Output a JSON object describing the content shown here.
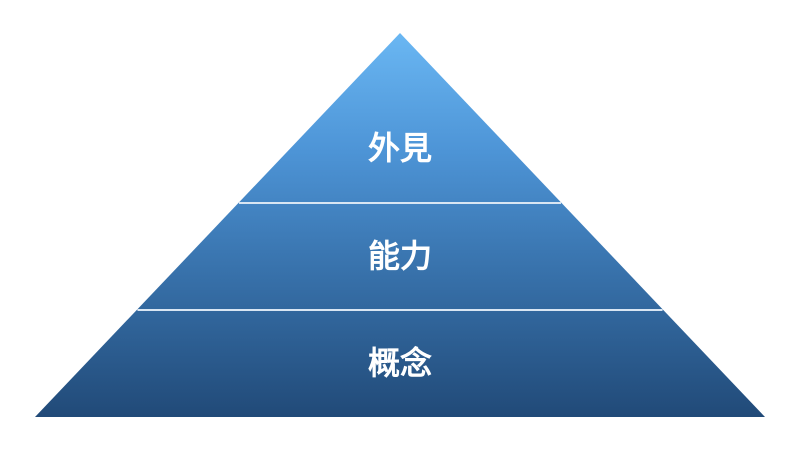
{
  "pyramid": {
    "background": "#ffffff",
    "levels": [
      {
        "position": "top",
        "label": "外見"
      },
      {
        "position": "middle",
        "label": "能力"
      },
      {
        "position": "bottom",
        "label": "概念"
      }
    ],
    "colors": {
      "gradient_top": "#6ab7f3",
      "gradient_upper_mid": "#4d94d6",
      "gradient_lower_mid": "#3b77b2",
      "gradient_bottom": "#214a78",
      "divider": "#d9e6f3",
      "label_text": "#ffffff"
    }
  }
}
